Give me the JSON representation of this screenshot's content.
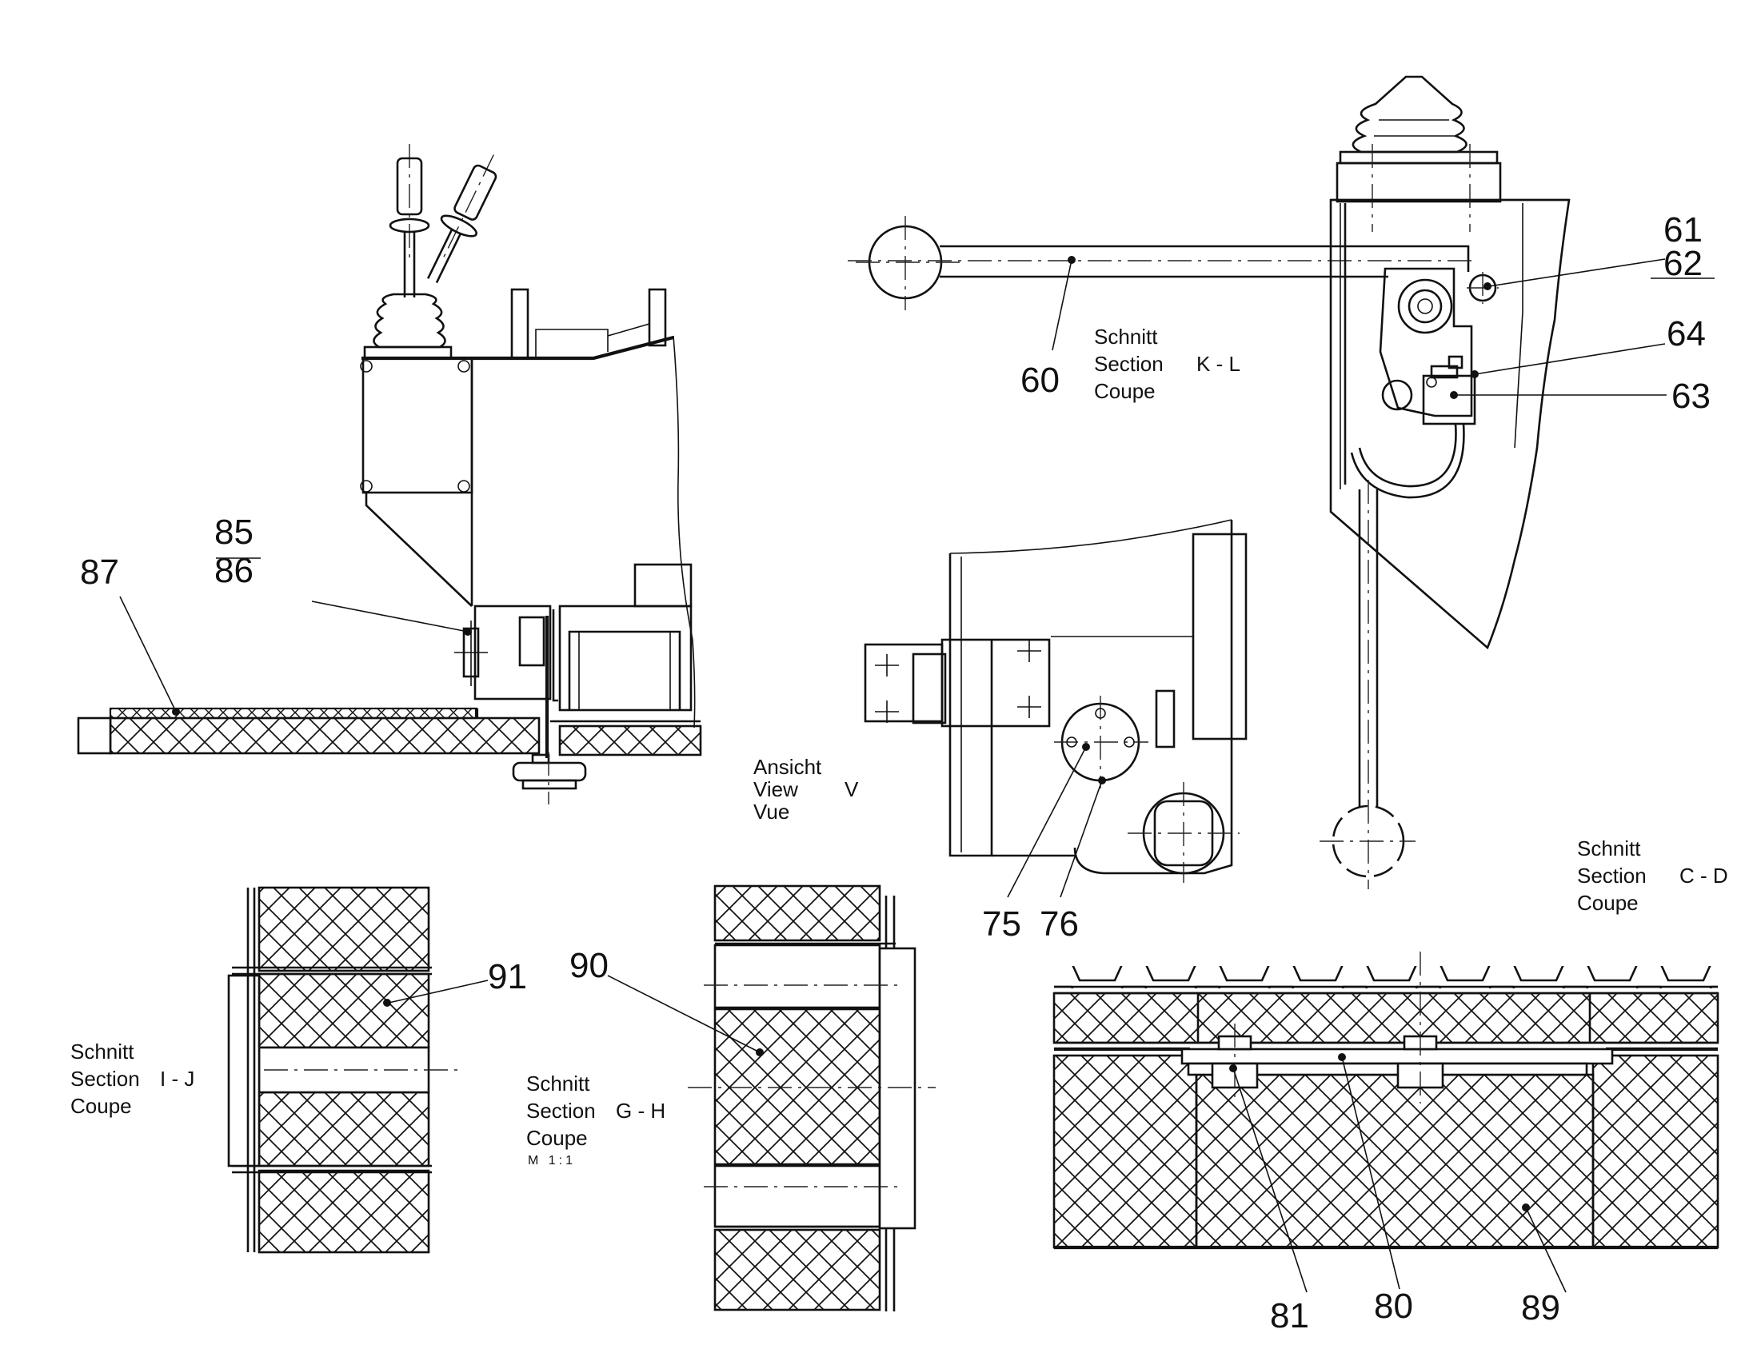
{
  "labels": {
    "n60": "60",
    "n61": "61",
    "n62": "62",
    "n63": "63",
    "n64": "64",
    "n75": "75",
    "n76": "76",
    "n80": "80",
    "n81": "81",
    "n85": "85",
    "n86": "86",
    "n87": "87",
    "n89": "89",
    "n90": "90",
    "n91": "91"
  },
  "captions": {
    "kl": {
      "line1": "Schnitt",
      "line2": "Section",
      "code": "K - L",
      "line3": "Coupe"
    },
    "view_v": {
      "line1": "Ansicht",
      "line2": "View",
      "code": "V",
      "line3": "Vue"
    },
    "cd": {
      "line1": "Schnitt",
      "line2": "Section",
      "code": "C - D",
      "line3": "Coupe"
    },
    "ij": {
      "line1": "Schnitt",
      "line2": "Section",
      "code": "I - J",
      "line3": "Coupe"
    },
    "gh": {
      "line1": "Schnitt",
      "line2": "Section",
      "code": "G - H",
      "line3": "Coupe",
      "scale": "M 1:1"
    }
  },
  "colors": {
    "ink": "#111111",
    "paper": "#ffffff"
  }
}
